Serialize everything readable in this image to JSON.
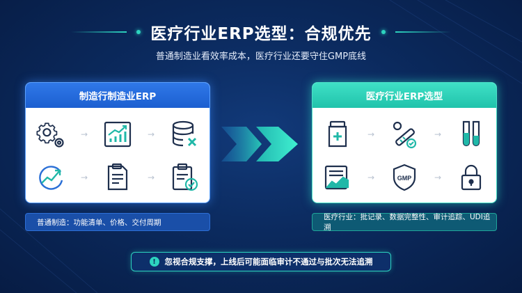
{
  "header": {
    "title": "医疗行业ERP选型：合规优先",
    "subtitle": "普通制造业看效率成本，医疗行业还要守住GMP底线"
  },
  "left_panel": {
    "title": "制造行制造业ERP",
    "icons": [
      "gear-icon",
      "growth-chart-icon",
      "database-cross-icon",
      "trend-arrow-icon",
      "document-icon",
      "clipboard-check-icon"
    ],
    "caption": "普通制造：功能清单、价格、交付周期"
  },
  "right_panel": {
    "title": "医疗行业ERP选型",
    "icons": [
      "medicine-bottle-icon",
      "test-strip-icon",
      "test-tubes-icon",
      "batch-record-icon",
      "gmp-shield-icon",
      "lock-icon"
    ],
    "gmp_label": "GMP",
    "caption": "医疗行业：批记录、数据完整性、审计追踪、UDI追溯"
  },
  "warning": {
    "icon_glyph": "!",
    "text": "忽视合规支撑，上线后可能面临审计不通过与批次无法追溯"
  },
  "colors": {
    "accent_teal": "#2dd4bf",
    "accent_blue": "#1c5fd0",
    "background": "#0b2a5e",
    "icon_dark": "#1e2f4d",
    "icon_teal": "#20b8a8"
  }
}
